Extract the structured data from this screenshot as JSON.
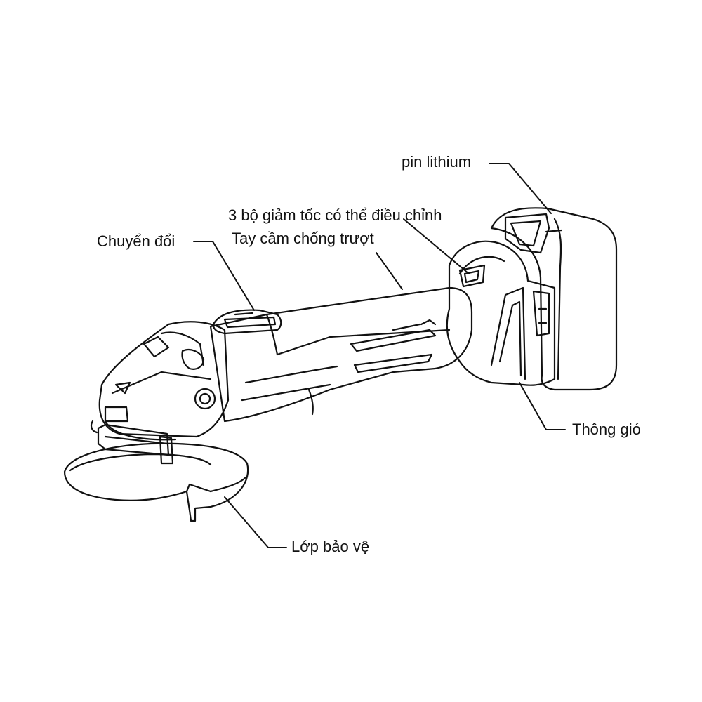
{
  "labels": {
    "pin": "pin lithium",
    "speed": "3 bộ giảm tốc có thể điều chỉnh",
    "grip": "Tay cầm chống trượt",
    "switch": "Chuyển đổi",
    "vent": "Thông gió",
    "guard": "Lớp bảo vệ"
  },
  "colors": {
    "line": "#111111",
    "background": "#ffffff"
  }
}
